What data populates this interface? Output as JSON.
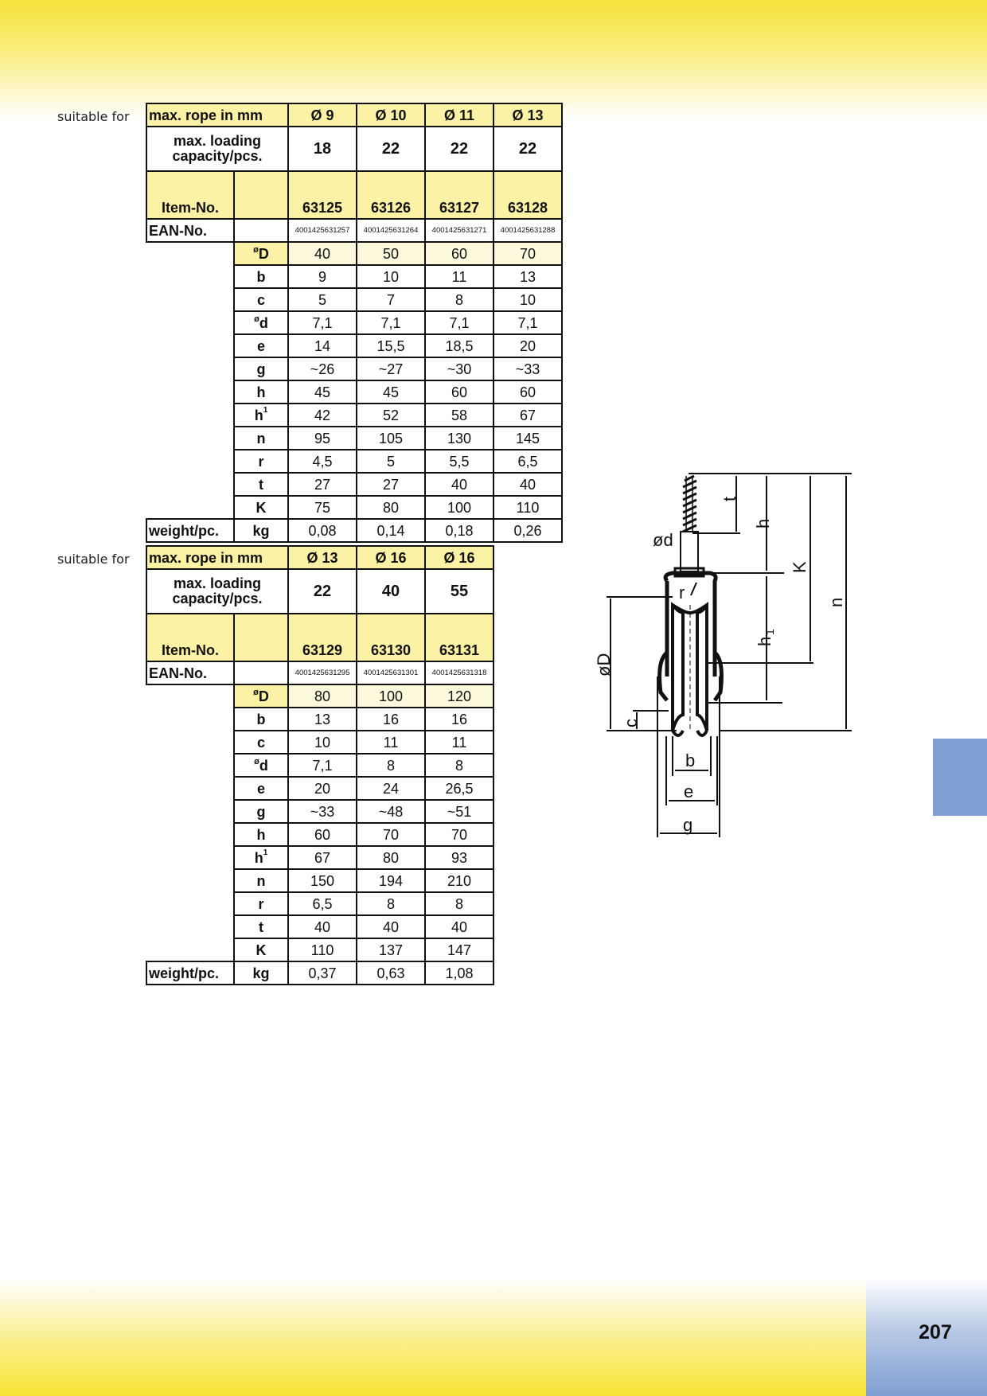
{
  "page_number": "207",
  "suitable_for_label": "suitable for",
  "labels": {
    "max_rope": "max. rope in mm",
    "max_loading": "max. loading capacity/pcs.",
    "item_no": "Item-No.",
    "ean_no": "EAN-No.",
    "weight": "weight/pc.",
    "kg": "kg"
  },
  "dimension_symbols": [
    {
      "prefix": "ø",
      "letter": "D",
      "sup": ""
    },
    {
      "prefix": "",
      "letter": "b",
      "sup": ""
    },
    {
      "prefix": "",
      "letter": "c",
      "sup": ""
    },
    {
      "prefix": "ø",
      "letter": "d",
      "sup": ""
    },
    {
      "prefix": "",
      "letter": "e",
      "sup": ""
    },
    {
      "prefix": "",
      "letter": "g",
      "sup": ""
    },
    {
      "prefix": "",
      "letter": "h",
      "sup": ""
    },
    {
      "prefix": "",
      "letter": "h",
      "sup": "1"
    },
    {
      "prefix": "",
      "letter": "n",
      "sup": ""
    },
    {
      "prefix": "",
      "letter": "r",
      "sup": ""
    },
    {
      "prefix": "",
      "letter": "t",
      "sup": ""
    },
    {
      "prefix": "",
      "letter": "K",
      "sup": ""
    }
  ],
  "tables": [
    {
      "rope": [
        "Ø 9",
        "Ø 10",
        "Ø 11",
        "Ø 13"
      ],
      "loading": [
        "18",
        "22",
        "22",
        "22"
      ],
      "item": [
        "63125",
        "63126",
        "63127",
        "63128"
      ],
      "ean": [
        "4001425631257",
        "4001425631264",
        "4001425631271",
        "4001425631288"
      ],
      "dims": [
        [
          "40",
          "50",
          "60",
          "70"
        ],
        [
          "9",
          "10",
          "11",
          "13"
        ],
        [
          "5",
          "7",
          "8",
          "10"
        ],
        [
          "7,1",
          "7,1",
          "7,1",
          "7,1"
        ],
        [
          "14",
          "15,5",
          "18,5",
          "20"
        ],
        [
          "~26",
          "~27",
          "~30",
          "~33"
        ],
        [
          "45",
          "45",
          "60",
          "60"
        ],
        [
          "42",
          "52",
          "58",
          "67"
        ],
        [
          "95",
          "105",
          "130",
          "145"
        ],
        [
          "4,5",
          "5",
          "5,5",
          "6,5"
        ],
        [
          "27",
          "27",
          "40",
          "40"
        ],
        [
          "75",
          "80",
          "100",
          "110"
        ]
      ],
      "weight": [
        "0,08",
        "0,14",
        "0,18",
        "0,26"
      ]
    },
    {
      "rope": [
        "Ø 13",
        "Ø 16",
        "Ø 16"
      ],
      "loading": [
        "22",
        "40",
        "55"
      ],
      "item": [
        "63129",
        "63130",
        "63131"
      ],
      "ean": [
        "4001425631295",
        "4001425631301",
        "4001425631318"
      ],
      "dims": [
        [
          "80",
          "100",
          "120"
        ],
        [
          "13",
          "16",
          "16"
        ],
        [
          "10",
          "11",
          "11"
        ],
        [
          "7,1",
          "8",
          "8"
        ],
        [
          "20",
          "24",
          "26,5"
        ],
        [
          "~33",
          "~48",
          "~51"
        ],
        [
          "60",
          "70",
          "70"
        ],
        [
          "67",
          "80",
          "93"
        ],
        [
          "150",
          "194",
          "210"
        ],
        [
          "6,5",
          "8",
          "8"
        ],
        [
          "40",
          "40",
          "40"
        ],
        [
          "110",
          "137",
          "147"
        ]
      ],
      "weight": [
        "0,37",
        "0,63",
        "1,08"
      ]
    }
  ],
  "drawing_labels": {
    "t": "t",
    "h": "h",
    "K": "K",
    "n": "n",
    "d": "ød",
    "r": "r",
    "h1": "h",
    "h1_sub": "1",
    "D": "øD",
    "c": "c",
    "b": "b",
    "e": "e",
    "g": "g"
  },
  "colors": {
    "yellow_band": "#f7e33a",
    "header_fill": "#fbf2a6",
    "blue_tab": "#7f9fd2"
  }
}
